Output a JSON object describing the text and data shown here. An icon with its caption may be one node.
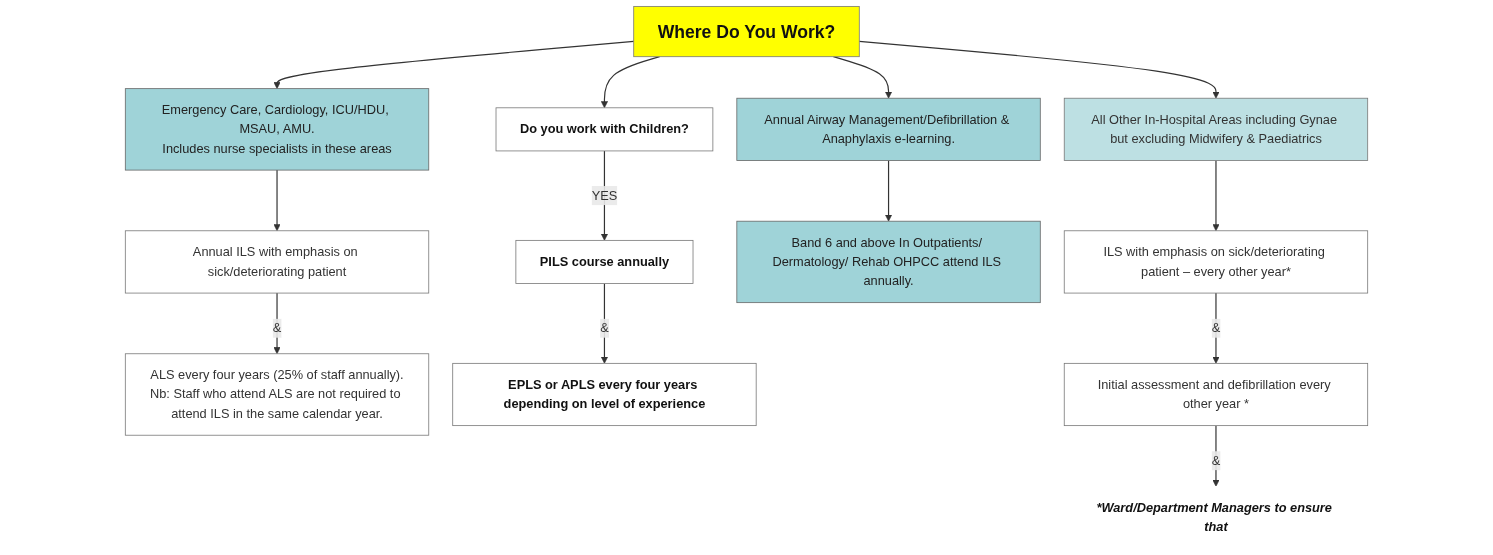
{
  "diagram": {
    "nodes": [
      {
        "text": [
          "Where Do You Work?"
        ]
      },
      {
        "text": [
          "Emergency Care, Cardiology, ICU/HDU, MSAU, AMU.",
          "Includes nurse specialists in these areas"
        ]
      },
      {
        "text": [
          "Annual ILS with emphasis on sick/deteriorating patient"
        ]
      },
      {
        "text": [
          "ALS every four years (25% of staff annually).",
          "Nb: Staff who attend ALS are not required to attend ILS in the same calendar year."
        ]
      },
      {
        "text": [
          "Do you work with Children?"
        ]
      },
      {
        "text": [
          "PILS course annually"
        ]
      },
      {
        "text": [
          "EPLS or APLS every four years depending on level of experience"
        ]
      },
      {
        "text": [
          "Annual Airway Management/Defibrillation & Anaphylaxis e-learning."
        ]
      },
      {
        "text": [
          "Band 6 and above In Outpatients/ Dermatology/ Rehab OHPCC attend ILS annually."
        ]
      },
      {
        "text": [
          "All Other In-Hospital Areas including Gynae but excluding Midwifery & Paediatrics"
        ]
      },
      {
        "text": [
          "ILS with emphasis on sick/deteriorating patient – every other year*"
        ]
      },
      {
        "text": [
          "Initial assessment and defibrillation every other year *"
        ]
      },
      {
        "text": [
          "*Ward/Department Managers to ensure that"
        ]
      }
    ],
    "edges": [
      {
        "from": 0,
        "to": 1,
        "arrow": "to"
      },
      {
        "from": 1,
        "to": 2,
        "arrow": "to"
      },
      {
        "from": 2,
        "to": 3,
        "label": "&",
        "arrow": "to"
      },
      {
        "from": 0,
        "to": 4,
        "arrow": "to"
      },
      {
        "from": 4,
        "to": 5,
        "label": "YES",
        "arrow": "to"
      },
      {
        "from": 5,
        "to": 6,
        "label": "&",
        "arrow": "to"
      },
      {
        "from": 0,
        "to": 7,
        "arrow": "to"
      },
      {
        "from": 7,
        "to": 8,
        "arrow": "to"
      },
      {
        "from": 0,
        "to": 9,
        "arrow": "to"
      },
      {
        "from": 9,
        "to": 10,
        "arrow": "to"
      },
      {
        "from": 10,
        "to": 11,
        "label": "&",
        "arrow": "to"
      },
      {
        "from": 11,
        "to": 12,
        "label": "&",
        "arrow": "to"
      }
    ]
  }
}
